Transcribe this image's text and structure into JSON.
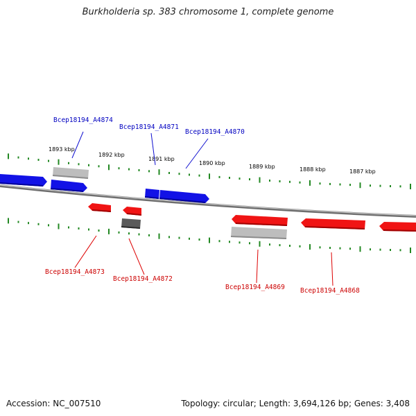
{
  "title": "Burkholderia sp. 383 chromosome 1, complete genome",
  "footer": {
    "accession": "Accession: NC_007510",
    "topology": "Topology: circular; Length: 3,694,126 bp; Genes: 3,408"
  },
  "colors": {
    "forward_gene": "#1010e0",
    "reverse_gene": "#ee1010",
    "pseudo_light": "#b4b4b4",
    "pseudo_dark": "#555555",
    "tick": "#228822",
    "backbone": "#808080",
    "forward_label": "#0000c0",
    "reverse_label": "#cc0000"
  },
  "scale_labels": [
    "1893 kbp",
    "1892 kbp",
    "1891 kbp",
    "1890 kbp",
    "1889 kbp",
    "1888 kbp",
    "1887 kbp"
  ],
  "forward_genes": [
    "Bcep18194_A4874",
    "Bcep18194_A4871",
    "Bcep18194_A4870"
  ],
  "reverse_genes": [
    "Bcep18194_A4873",
    "Bcep18194_A4872",
    "Bcep18194_A4869",
    "Bcep18194_A4868"
  ]
}
